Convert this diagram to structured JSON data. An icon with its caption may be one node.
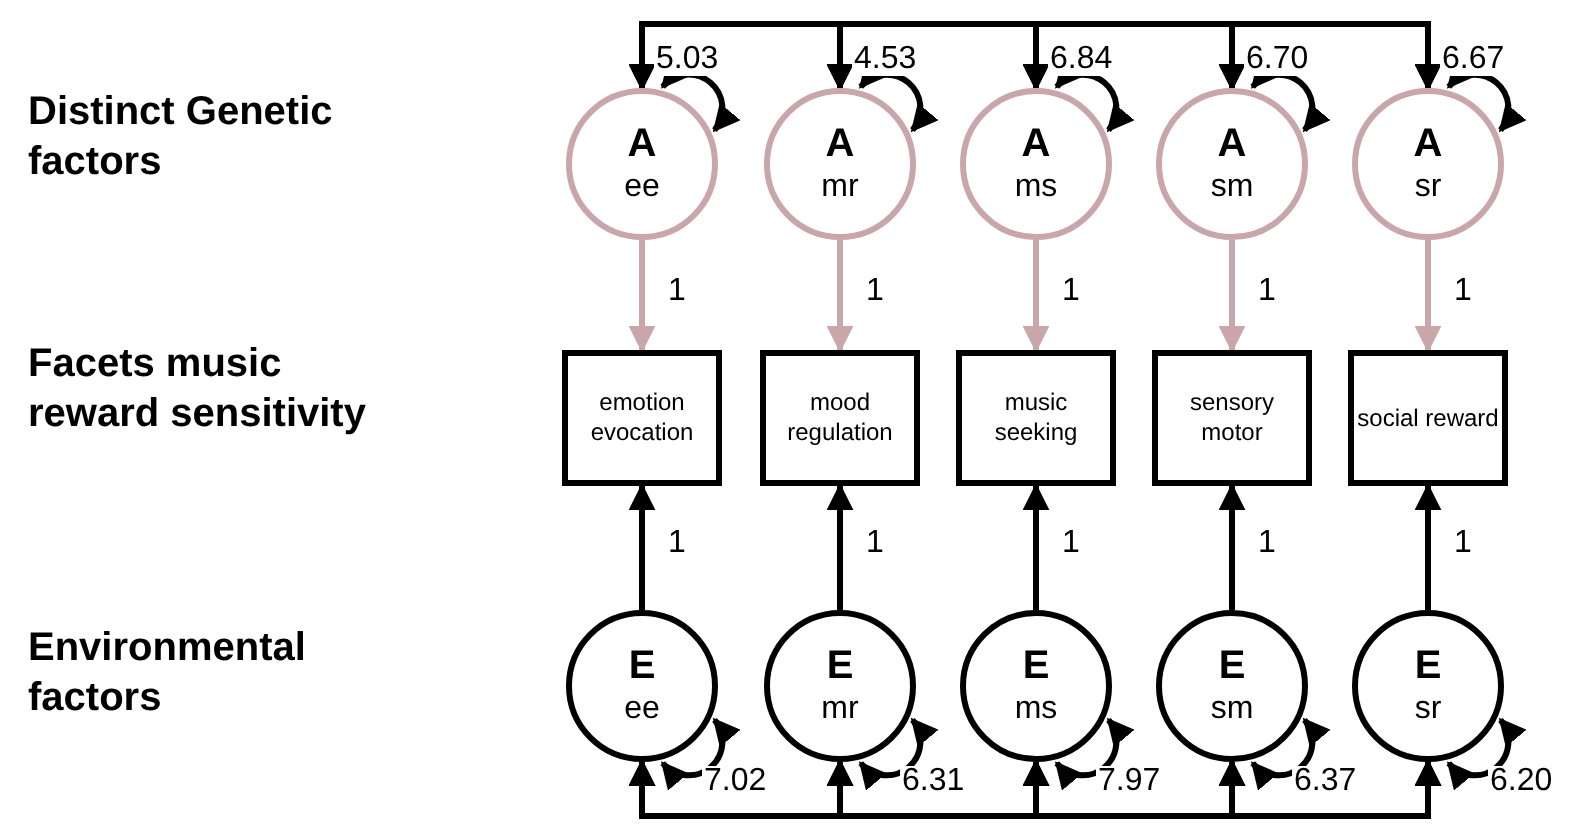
{
  "diagram": {
    "nodes": [
      {
        "text": [
          "A",
          "ee"
        ]
      },
      {
        "text": [
          "A",
          "mr"
        ]
      },
      {
        "text": [
          "A",
          "ms"
        ]
      },
      {
        "text": [
          "A",
          "sm"
        ]
      },
      {
        "text": [
          "A",
          "sr"
        ]
      },
      {
        "text": [
          "emotion evocation"
        ]
      },
      {
        "text": [
          "mood regulation"
        ]
      },
      {
        "text": [
          "music seeking"
        ]
      },
      {
        "text": [
          "sensory motor"
        ]
      },
      {
        "text": [
          "social reward"
        ]
      },
      {
        "text": [
          "E",
          "ee"
        ]
      },
      {
        "text": [
          "E",
          "mr"
        ]
      },
      {
        "text": [
          "E",
          "ms"
        ]
      },
      {
        "text": [
          "E",
          "sm"
        ]
      },
      {
        "text": [
          "E",
          "sr"
        ]
      }
    ],
    "edges": [
      {
        "from": 0,
        "to": 5,
        "arrow": "to",
        "label": "1",
        "color": "#c9a6aa"
      },
      {
        "from": 1,
        "to": 6,
        "arrow": "to",
        "label": "1",
        "color": "#c9a6aa"
      },
      {
        "from": 2,
        "to": 7,
        "arrow": "to",
        "label": "1",
        "color": "#c9a6aa"
      },
      {
        "from": 3,
        "to": 8,
        "arrow": "to",
        "label": "1",
        "color": "#c9a6aa"
      },
      {
        "from": 4,
        "to": 9,
        "arrow": "to",
        "label": "1",
        "color": "#c9a6aa"
      },
      {
        "from": 10,
        "to": 5,
        "arrow": "to",
        "label": "1"
      },
      {
        "from": 11,
        "to": 6,
        "arrow": "to",
        "label": "1"
      },
      {
        "from": 12,
        "to": 7,
        "arrow": "to",
        "label": "1"
      },
      {
        "from": 13,
        "to": 8,
        "arrow": "to",
        "label": "1"
      },
      {
        "from": 14,
        "to": 9,
        "arrow": "to",
        "label": "1"
      },
      {
        "from": 0,
        "to": 0,
        "arrow": "both",
        "label": "5.03"
      },
      {
        "from": 1,
        "to": 1,
        "arrow": "both",
        "label": "4.53"
      },
      {
        "from": 2,
        "to": 2,
        "arrow": "both",
        "label": "6.84"
      },
      {
        "from": 3,
        "to": 3,
        "arrow": "both",
        "label": "6.70"
      },
      {
        "from": 4,
        "to": 4,
        "arrow": "both",
        "label": "6.67"
      },
      {
        "from": 10,
        "to": 10,
        "arrow": "both",
        "label": "7.02"
      },
      {
        "from": 11,
        "to": 11,
        "arrow": "both",
        "label": "6.31"
      },
      {
        "from": 12,
        "to": 12,
        "arrow": "both",
        "label": "7.97"
      },
      {
        "from": 13,
        "to": 13,
        "arrow": "both",
        "label": "6.37"
      },
      {
        "from": 14,
        "to": 14,
        "arrow": "both",
        "label": "6.20"
      },
      {
        "from": 0,
        "to": 1,
        "arrow": "both"
      },
      {
        "from": 0,
        "to": 2,
        "arrow": "both"
      },
      {
        "from": 0,
        "to": 3,
        "arrow": "both"
      },
      {
        "from": 0,
        "to": 4,
        "arrow": "both"
      },
      {
        "from": 1,
        "to": 2,
        "arrow": "both"
      },
      {
        "from": 1,
        "to": 3,
        "arrow": "both"
      },
      {
        "from": 1,
        "to": 4,
        "arrow": "both"
      },
      {
        "from": 2,
        "to": 3,
        "arrow": "both"
      },
      {
        "from": 2,
        "to": 4,
        "arrow": "both"
      },
      {
        "from": 3,
        "to": 4,
        "arrow": "both"
      },
      {
        "from": 10,
        "to": 11,
        "arrow": "both"
      },
      {
        "from": 10,
        "to": 12,
        "arrow": "both"
      },
      {
        "from": 10,
        "to": 13,
        "arrow": "both"
      },
      {
        "from": 10,
        "to": 14,
        "arrow": "both"
      },
      {
        "from": 11,
        "to": 12,
        "arrow": "both"
      },
      {
        "from": 11,
        "to": 13,
        "arrow": "both"
      },
      {
        "from": 11,
        "to": 14,
        "arrow": "both"
      },
      {
        "from": 12,
        "to": 13,
        "arrow": "both"
      },
      {
        "from": 12,
        "to": 14,
        "arrow": "both"
      },
      {
        "from": 13,
        "to": 14,
        "arrow": "both"
      }
    ],
    "labels": [
      "Distinct Genetic factors",
      "Facets music reward sensitivity",
      "Environmental factors"
    ]
  }
}
